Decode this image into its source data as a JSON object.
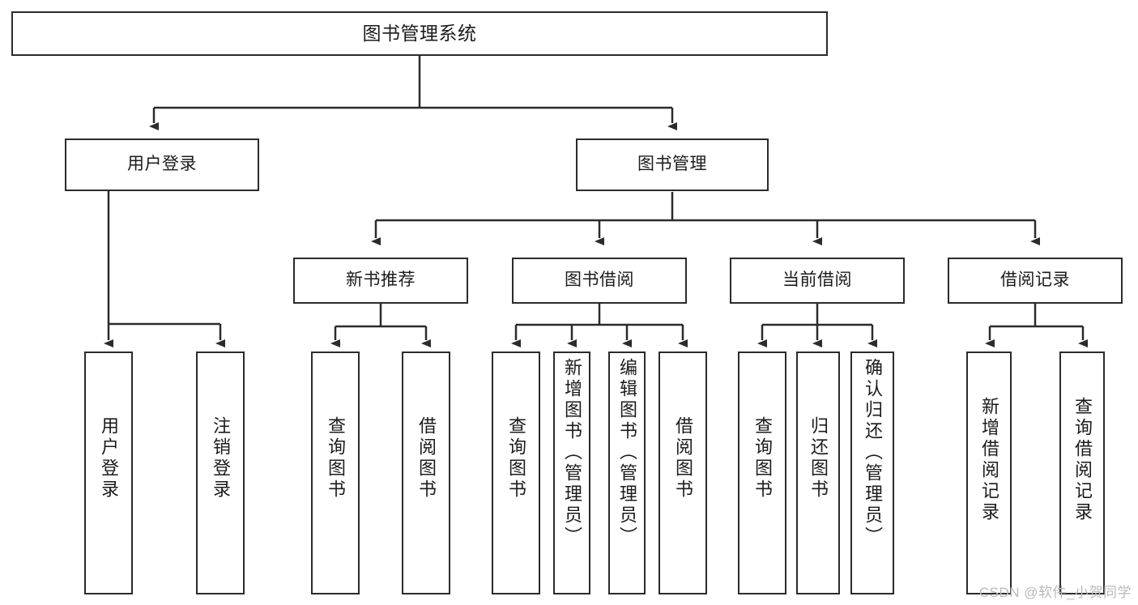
{
  "diagram": {
    "title": "图书管理系统",
    "type": "hierarchy-tree",
    "colors": {
      "stroke": "#2b2b2b",
      "fill": "#ffffff",
      "text": "#1b1b1b",
      "watermark": "#b9b9b9"
    },
    "root": {
      "label": "图书管理系统"
    },
    "level2": [
      {
        "label": "用户登录"
      },
      {
        "label": "图书管理"
      }
    ],
    "level3": [
      {
        "label": "新书推荐"
      },
      {
        "label": "图书借阅"
      },
      {
        "label": "当前借阅"
      },
      {
        "label": "借阅记录"
      }
    ],
    "leaves": {
      "user_login": [
        {
          "label": "用户登录"
        },
        {
          "label": "注销登录"
        }
      ],
      "new_book_recommend": [
        {
          "label": "查询图书"
        },
        {
          "label": "借阅图书"
        }
      ],
      "book_borrow": [
        {
          "label": "查询图书"
        },
        {
          "label": "新增图书（管理员）"
        },
        {
          "label": "编辑图书（管理员）"
        },
        {
          "label": "借阅图书"
        }
      ],
      "current_borrow": [
        {
          "label": "查询图书"
        },
        {
          "label": "归还图书"
        },
        {
          "label": "确认归还（管理员）"
        }
      ],
      "borrow_record": [
        {
          "label": "新增借阅记录"
        },
        {
          "label": "查询借阅记录"
        }
      ]
    },
    "watermark": "CSDN @软件_小贺同学"
  }
}
